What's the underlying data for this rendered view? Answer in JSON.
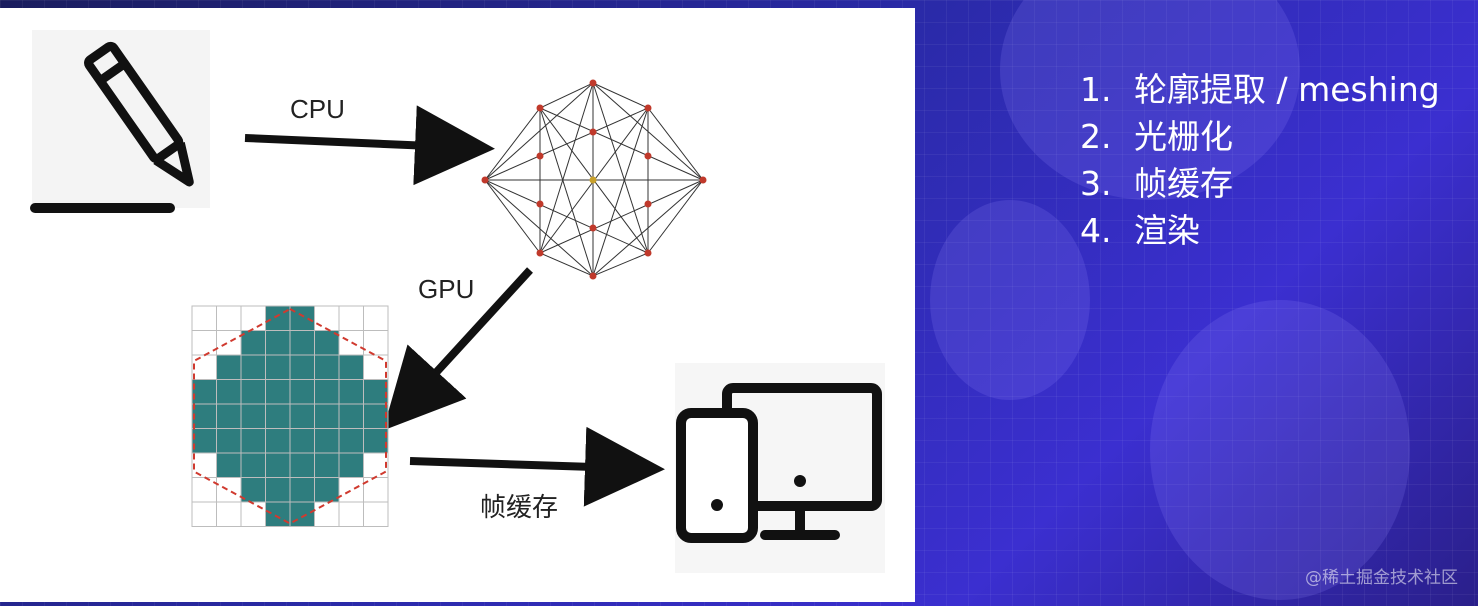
{
  "diagram": {
    "cpu_label": "CPU",
    "gpu_label": "GPU",
    "framebuffer_label": "帧缓存"
  },
  "steps": [
    {
      "num": "1.",
      "text": "轮廓提取 / meshing"
    },
    {
      "num": "2.",
      "text": "光栅化"
    },
    {
      "num": "3.",
      "text": "帧缓存"
    },
    {
      "num": "4.",
      "text": "渲染"
    }
  ],
  "watermark": "@稀土掘金技术社区",
  "icons": [
    "pencil-icon",
    "mesh-graph",
    "raster-grid",
    "devices-icon"
  ],
  "colors": {
    "raster_fill": "#2e7d7e",
    "mesh_node": "#c0392b",
    "outline_dash": "#d03a2f"
  }
}
